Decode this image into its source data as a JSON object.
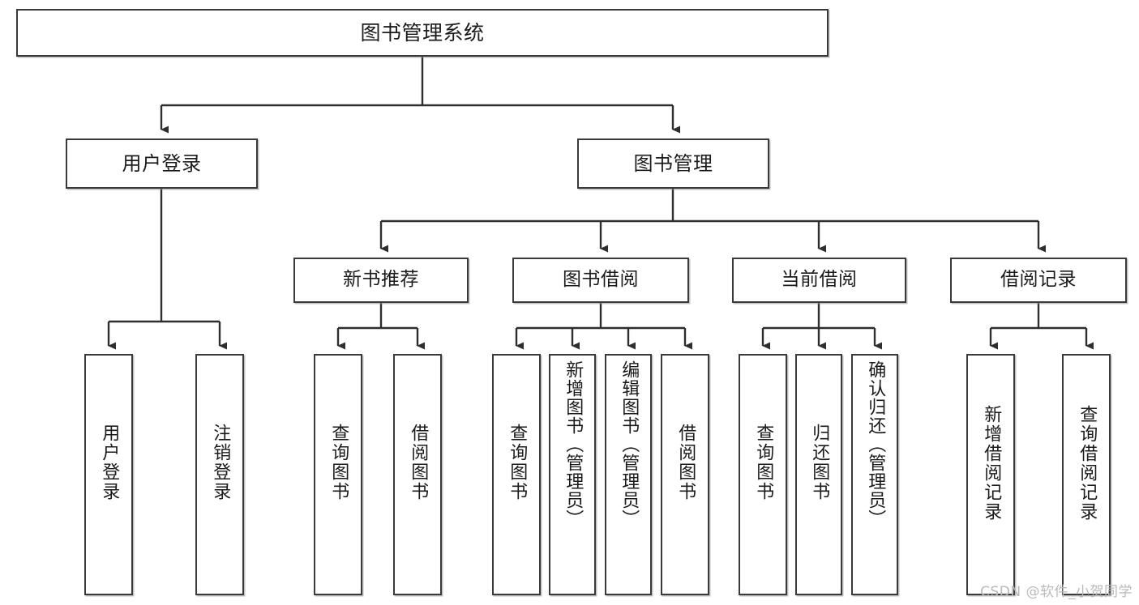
{
  "diagram": {
    "title": "图书管理系统",
    "type": "tree-hierarchy",
    "watermark": "CSDN @软件_小贺同学",
    "root": {
      "id": "root",
      "label": "图书管理系统"
    },
    "level2": [
      {
        "id": "user-login",
        "label": "用户登录"
      },
      {
        "id": "book-manage",
        "label": "图书管理"
      }
    ],
    "level3": [
      {
        "id": "new-book-rec",
        "label": "新书推荐",
        "parent": "book-manage"
      },
      {
        "id": "book-borrow",
        "label": "图书借阅",
        "parent": "book-manage"
      },
      {
        "id": "current-borrow",
        "label": "当前借阅",
        "parent": "book-manage"
      },
      {
        "id": "borrow-record",
        "label": "借阅记录",
        "parent": "book-manage"
      }
    ],
    "leaves": [
      {
        "id": "leaf-user-login",
        "label": "用户登录",
        "parent": "user-login"
      },
      {
        "id": "leaf-logout-login",
        "label": "注销登录",
        "parent": "user-login"
      },
      {
        "id": "leaf-query-book-1",
        "label": "查询图书",
        "parent": "new-book-rec"
      },
      {
        "id": "leaf-borrow-book-1",
        "label": "借阅图书",
        "parent": "new-book-rec"
      },
      {
        "id": "leaf-query-book-2",
        "label": "查询图书",
        "parent": "book-borrow"
      },
      {
        "id": "leaf-add-book",
        "label": "新增图书（管理员）",
        "parent": "book-borrow"
      },
      {
        "id": "leaf-edit-book",
        "label": "编辑图书（管理员）",
        "parent": "book-borrow"
      },
      {
        "id": "leaf-borrow-book-2",
        "label": "借阅图书",
        "parent": "book-borrow"
      },
      {
        "id": "leaf-query-book-3",
        "label": "查询图书",
        "parent": "current-borrow"
      },
      {
        "id": "leaf-return-book",
        "label": "归还图书",
        "parent": "current-borrow"
      },
      {
        "id": "leaf-confirm-return",
        "label": "确认归还（管理员）",
        "parent": "current-borrow"
      },
      {
        "id": "leaf-add-record",
        "label": "新增借阅记录",
        "parent": "borrow-record"
      },
      {
        "id": "leaf-query-record",
        "label": "查询借阅记录",
        "parent": "borrow-record"
      }
    ],
    "colors": {
      "stroke": "#3a3a3a",
      "fill": "#ffffff",
      "text": "#1b1b1b",
      "watermark": "#b9b9b9"
    }
  }
}
